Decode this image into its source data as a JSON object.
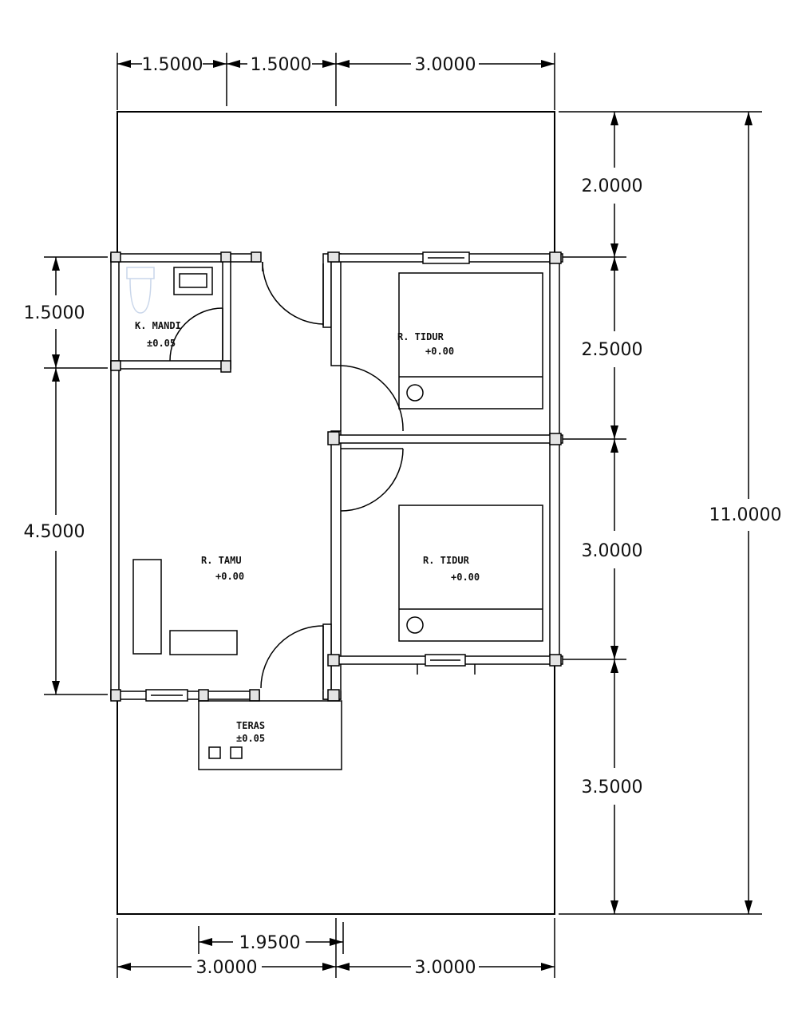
{
  "plan": {
    "dimensions": {
      "top_1": "1.5000",
      "top_2": "1.5000",
      "top_3": "3.0000",
      "right_1": "2.0000",
      "right_2": "2.5000",
      "right_3": "3.0000",
      "right_4": "3.5000",
      "right_total": "11.0000",
      "left_1": "1.5000",
      "left_2": "4.5000",
      "bottom_inner": "1.9500",
      "bottom_left": "3.0000",
      "bottom_right": "3.0000"
    },
    "rooms": {
      "bathroom_name": "K. MANDI",
      "bathroom_level": "±0.05",
      "bedroom1_name": "R. TIDUR",
      "bedroom1_level": "+0.00",
      "bedroom2_name": "R. TIDUR",
      "bedroom2_level": "+0.00",
      "living_name": "R. TAMU",
      "living_level": "+0.00",
      "terrace_name": "TERAS",
      "terrace_level": "±0.05"
    }
  }
}
